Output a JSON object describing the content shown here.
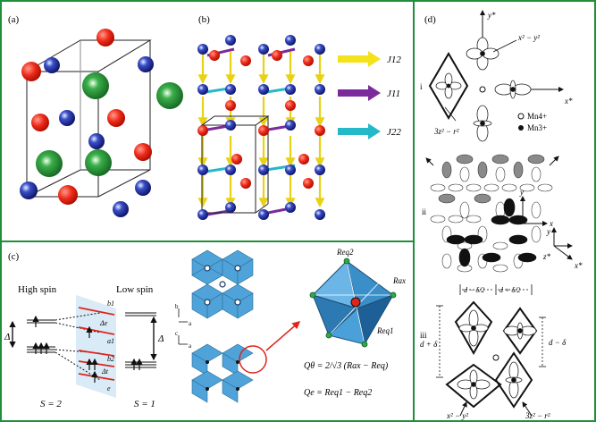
{
  "figure": {
    "border_color": "#1f8f3a",
    "panels": {
      "a": {
        "label": "(a)"
      },
      "b": {
        "label": "(b)",
        "legend": [
          {
            "label": "J12",
            "color": "#f4e21a"
          },
          {
            "label": "J11",
            "color": "#7b2a9b"
          },
          {
            "label": "J22",
            "color": "#24b9c9"
          }
        ]
      },
      "c": {
        "label": "(c)",
        "high_spin": "High spin",
        "low_spin": "Low spin",
        "delta": "Δ",
        "delta_e": "Δe",
        "delta_t": "Δt",
        "s2": "S = 2",
        "s1": "S = 1",
        "b1": "b1",
        "a1": "a1",
        "b2": "b2",
        "e": "e",
        "r_eq2": "Req2",
        "r_ax": "Rax",
        "r_eq1": "Req1",
        "q_theta": "Qθ = 2/√3 (Rax − Req)",
        "q_e": "Qe = Req1 − Req2",
        "axis_b": "b",
        "axis_a": "a",
        "axis_c": "c"
      },
      "d": {
        "label": "(d)",
        "i": "i",
        "ii": "ii",
        "iii": "iii",
        "y_star": "y*",
        "x_star": "x*",
        "z_star": "z*",
        "x": "x",
        "y": "y",
        "x2y2": "x² − y²",
        "z2r2": "3z² − r²",
        "mn4": "Mn4+",
        "mn3": "Mn3+",
        "d_minus_half": "d − δ/2",
        "d_plus_half": "d + δ/2",
        "d_plus": "d + δ",
        "d_minus": "d − δ",
        "x2y2_b": "x² − y²",
        "z2r2_b": "3z² − r²"
      }
    }
  }
}
